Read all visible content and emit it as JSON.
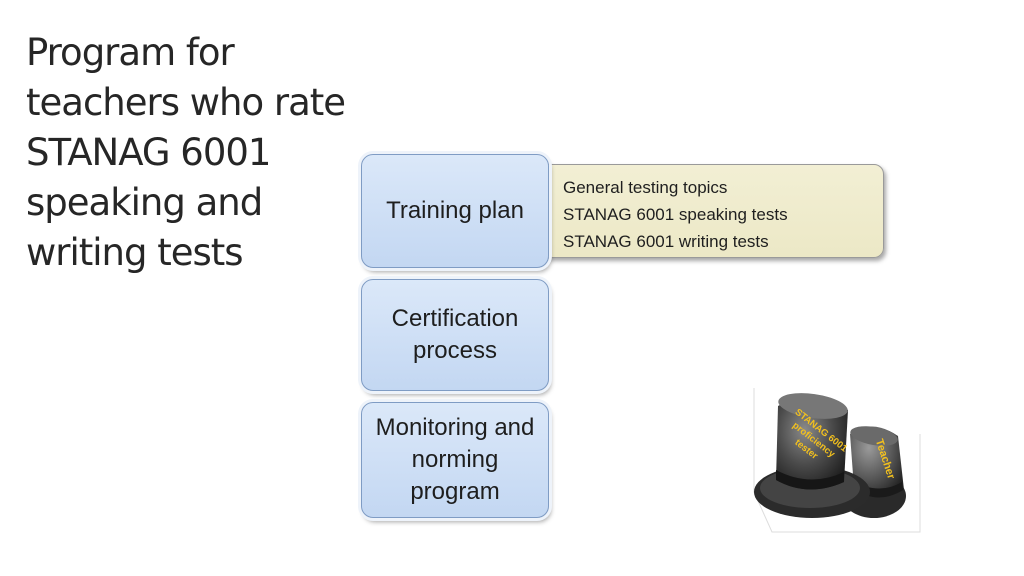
{
  "slide": {
    "title_lines": [
      "Program for",
      "teachers who rate",
      "STANAG 6001",
      "speaking and",
      "writing tests"
    ]
  },
  "diagram": {
    "steps": [
      "Training plan",
      "Certification process",
      "Monitoring and norming program"
    ],
    "detail_items": [
      "General testing topics",
      "STANAG 6001 speaking tests",
      "STANAG 6001 writing tests"
    ],
    "bullet_glyph": "•"
  },
  "image": {
    "hat_label_left": [
      "STANAG 6001",
      "proficiency",
      "tester"
    ],
    "hat_label_right": "Teacher"
  },
  "colors": {
    "step_fill": "#c3d7f2",
    "detail_fill": "#ece8c6",
    "hat_label": "#f2c01e"
  }
}
